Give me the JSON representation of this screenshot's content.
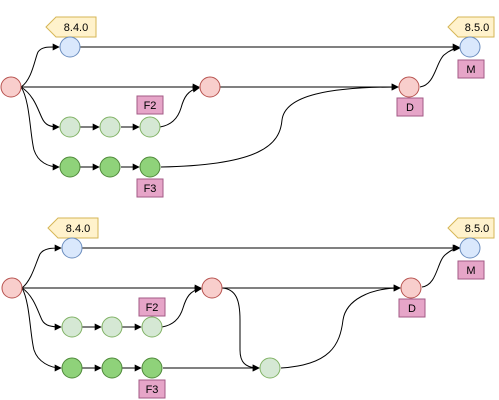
{
  "colors": {
    "main_fill": "#f8cecc",
    "main_stroke": "#b85450",
    "tag_node_fill": "#dae8fc",
    "tag_node_stroke": "#6c8ebf",
    "f2_fill": "#d5e8d4",
    "f2_stroke": "#82b366",
    "f3_fill": "#8fd27a",
    "f3_stroke": "#4f8a3a",
    "tag_flag_fill": "#fff2cc",
    "tag_flag_stroke": "#d6b656",
    "label_fill": "#e6a5c8",
    "label_stroke": "#a35a86",
    "edge": "#000000"
  },
  "diagrams": [
    {
      "tags": {
        "left": "8.4.0",
        "right": "8.5.0"
      },
      "labels": {
        "f2": "F2",
        "f3": "F3",
        "d": "D",
        "m": "M"
      }
    },
    {
      "tags": {
        "left": "8.4.0",
        "right": "8.5.0"
      },
      "labels": {
        "f2": "F2",
        "f3": "F3",
        "d": "D",
        "m": "M"
      }
    }
  ]
}
